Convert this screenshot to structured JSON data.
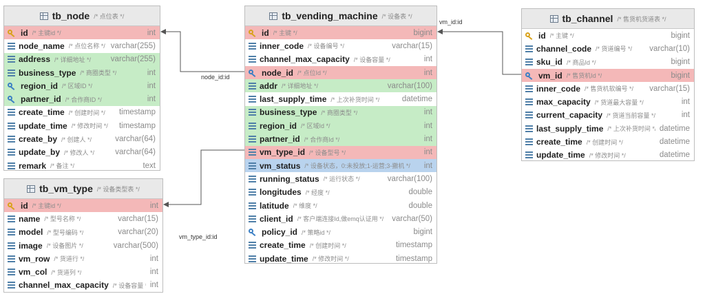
{
  "tables": {
    "tb_node": {
      "name": "tb_node",
      "comment": "/* 点位表 */",
      "columns": [
        {
          "name": "id",
          "comment": "/* 主键id */",
          "type": "int",
          "style": "pk",
          "icon": "key"
        },
        {
          "name": "node_name",
          "comment": "/* 点位名称 */",
          "type": "varchar(255)",
          "style": "plain",
          "icon": "plain"
        },
        {
          "name": "address",
          "comment": "/* 详细地址 */",
          "type": "varchar(255)",
          "style": "green",
          "icon": "plain"
        },
        {
          "name": "business_type",
          "comment": "/* 商圈类型 */",
          "type": "int",
          "style": "green",
          "icon": "plain"
        },
        {
          "name": "region_id",
          "comment": "/* 区域ID */",
          "type": "int",
          "style": "green",
          "icon": "fkey"
        },
        {
          "name": "partner_id",
          "comment": "/* 合作商ID */",
          "type": "int",
          "style": "green",
          "icon": "fkey"
        },
        {
          "name": "create_time",
          "comment": "/* 创建时间 */",
          "type": "timestamp",
          "style": "plain",
          "icon": "plain"
        },
        {
          "name": "update_time",
          "comment": "/* 修改时间 */",
          "type": "timestamp",
          "style": "plain",
          "icon": "plain"
        },
        {
          "name": "create_by",
          "comment": "/* 创建人 */",
          "type": "varchar(64)",
          "style": "plain",
          "icon": "plain"
        },
        {
          "name": "update_by",
          "comment": "/* 修改人 */",
          "type": "varchar(64)",
          "style": "plain",
          "icon": "plain"
        },
        {
          "name": "remark",
          "comment": "/* 备注 */",
          "type": "text",
          "style": "plain",
          "icon": "plain"
        }
      ]
    },
    "tb_vm_type": {
      "name": "tb_vm_type",
      "comment": "/* 设备类型表 */",
      "columns": [
        {
          "name": "id",
          "comment": "/* 主键id */",
          "type": "int",
          "style": "pk",
          "icon": "key"
        },
        {
          "name": "name",
          "comment": "/* 型号名称 */",
          "type": "varchar(15)",
          "style": "plain",
          "icon": "plain"
        },
        {
          "name": "model",
          "comment": "/* 型号编码 */",
          "type": "varchar(20)",
          "style": "plain",
          "icon": "plain"
        },
        {
          "name": "image",
          "comment": "/* 设备图片 */",
          "type": "varchar(500)",
          "style": "plain",
          "icon": "plain"
        },
        {
          "name": "vm_row",
          "comment": "/* 货道行 */",
          "type": "int",
          "style": "plain",
          "icon": "plain"
        },
        {
          "name": "vm_col",
          "comment": "/* 货道列 */",
          "type": "int",
          "style": "plain",
          "icon": "plain"
        },
        {
          "name": "channel_max_capacity",
          "comment": "/* 设备容量 */",
          "type": "int",
          "style": "plain",
          "icon": "plain"
        }
      ]
    },
    "tb_vending_machine": {
      "name": "tb_vending_machine",
      "comment": "/* 设备表 */",
      "columns": [
        {
          "name": "id",
          "comment": "/* 主键 */",
          "type": "bigint",
          "style": "pk",
          "icon": "key"
        },
        {
          "name": "inner_code",
          "comment": "/* 设备编号 */",
          "type": "varchar(15)",
          "style": "plain",
          "icon": "plain"
        },
        {
          "name": "channel_max_capacity",
          "comment": "/* 设备容量 */",
          "type": "int",
          "style": "plain",
          "icon": "plain"
        },
        {
          "name": "node_id",
          "comment": "/* 点位Id */",
          "type": "int",
          "style": "fk",
          "icon": "fkey"
        },
        {
          "name": "addr",
          "comment": "/* 详细地址 */",
          "type": "varchar(100)",
          "style": "green",
          "icon": "plain"
        },
        {
          "name": "last_supply_time",
          "comment": "/* 上次补货时间 */",
          "type": "datetime",
          "style": "plain",
          "icon": "plain"
        },
        {
          "name": "business_type",
          "comment": "/* 商圈类型 */",
          "type": "int",
          "style": "green",
          "icon": "plain"
        },
        {
          "name": "region_id",
          "comment": "/* 区域Id */",
          "type": "int",
          "style": "green",
          "icon": "plain"
        },
        {
          "name": "partner_id",
          "comment": "/* 合作商Id */",
          "type": "int",
          "style": "green",
          "icon": "plain"
        },
        {
          "name": "vm_type_id",
          "comment": "/* 设备型号 */",
          "type": "int",
          "style": "fk",
          "icon": "plain"
        },
        {
          "name": "vm_status",
          "comment": "/* 设备状态，0:未投放;1-运营;3-撤机 */",
          "type": "int",
          "style": "blue",
          "icon": "plain"
        },
        {
          "name": "running_status",
          "comment": "/* 运行状态 */",
          "type": "varchar(100)",
          "style": "plain",
          "icon": "plain"
        },
        {
          "name": "longitudes",
          "comment": "/* 经度 */",
          "type": "double",
          "style": "plain",
          "icon": "plain"
        },
        {
          "name": "latitude",
          "comment": "/* 维度 */",
          "type": "double",
          "style": "plain",
          "icon": "plain"
        },
        {
          "name": "client_id",
          "comment": "/* 客户端连接Id,做emq认证用 */",
          "type": "varchar(50)",
          "style": "plain",
          "icon": "plain"
        },
        {
          "name": "policy_id",
          "comment": "/* 策略id */",
          "type": "bigint",
          "style": "plain",
          "icon": "fkey"
        },
        {
          "name": "create_time",
          "comment": "/* 创建时间 */",
          "type": "timestamp",
          "style": "plain",
          "icon": "plain"
        },
        {
          "name": "update_time",
          "comment": "/* 修改时间 */",
          "type": "timestamp",
          "style": "plain",
          "icon": "plain"
        }
      ]
    },
    "tb_channel": {
      "name": "tb_channel",
      "comment": "/* 售货机货道表 */",
      "columns": [
        {
          "name": "id",
          "comment": "/* 主键 */",
          "type": "bigint",
          "style": "plain",
          "icon": "key"
        },
        {
          "name": "channel_code",
          "comment": "/* 货道编号 */",
          "type": "varchar(10)",
          "style": "plain",
          "icon": "plain"
        },
        {
          "name": "sku_id",
          "comment": "/* 商品Id */",
          "type": "bigint",
          "style": "plain",
          "icon": "plain"
        },
        {
          "name": "vm_id",
          "comment": "/* 售货机Id */",
          "type": "bigint",
          "style": "fk",
          "icon": "fkey"
        },
        {
          "name": "inner_code",
          "comment": "/* 售货机软编号 */",
          "type": "varchar(15)",
          "style": "plain",
          "icon": "plain"
        },
        {
          "name": "max_capacity",
          "comment": "/* 货道最大容量 */",
          "type": "int",
          "style": "plain",
          "icon": "plain"
        },
        {
          "name": "current_capacity",
          "comment": "/* 货道当前容量 */",
          "type": "int",
          "style": "plain",
          "icon": "plain"
        },
        {
          "name": "last_supply_time",
          "comment": "/* 上次补货时间 */",
          "type": "datetime",
          "style": "plain",
          "icon": "plain"
        },
        {
          "name": "create_time",
          "comment": "/* 创建时间 */",
          "type": "datetime",
          "style": "plain",
          "icon": "plain"
        },
        {
          "name": "update_time",
          "comment": "/* 修改时间 */",
          "type": "datetime",
          "style": "plain",
          "icon": "plain"
        }
      ]
    }
  },
  "relations": {
    "node": "node_id:id",
    "vm_type": "vm_type_id:id",
    "vm": "vm_id:id"
  },
  "colors": {
    "pk_row": "#f4b8b8",
    "green_row": "#c6ecc6",
    "blue_row": "#b9d3ee",
    "header_bg": "#e9e9e9",
    "connector": "#555555"
  }
}
